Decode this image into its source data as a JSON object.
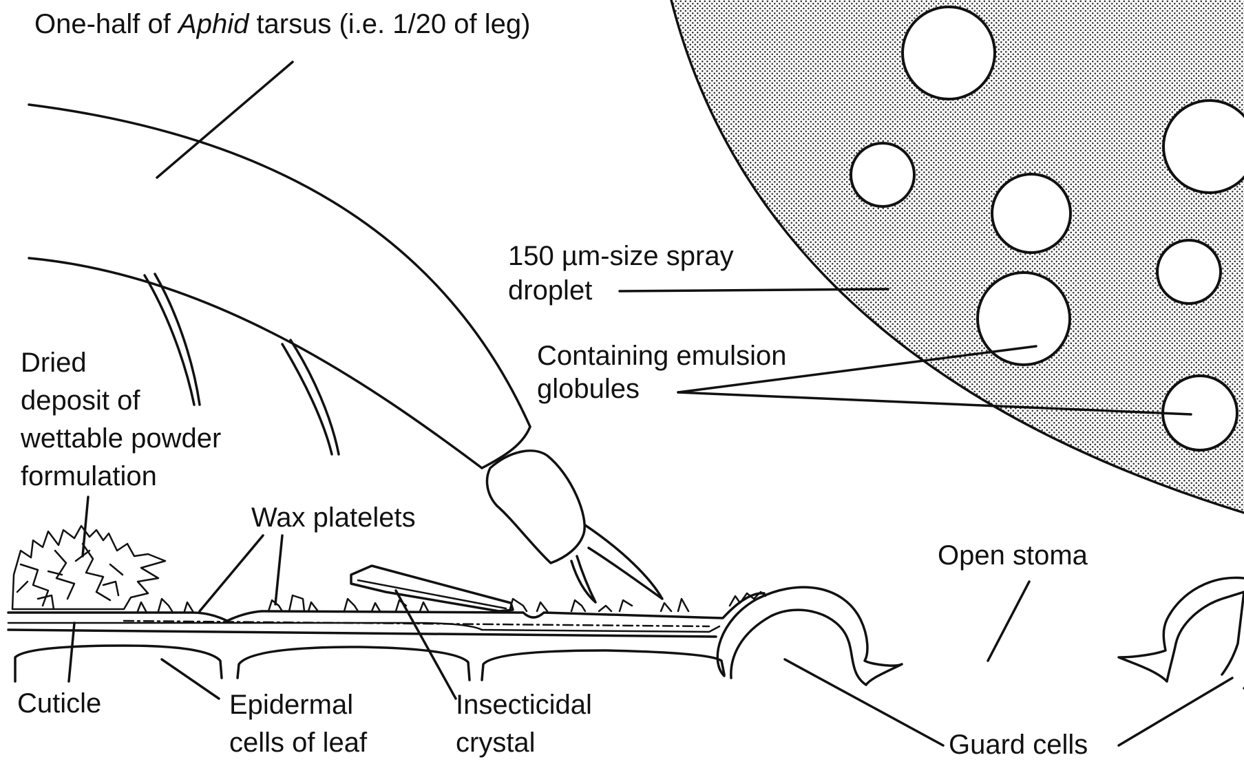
{
  "title": {
    "prefix": "One-half of ",
    "italic": "Aphid",
    "suffix": " tarsus (i.e. 1/20 of leg)"
  },
  "labels": {
    "droplet": [
      "150 µm-size spray",
      "droplet"
    ],
    "emulsion": [
      "Containing emulsion",
      "globules"
    ],
    "dried_deposit": [
      "Dried",
      "deposit of",
      "wettable powder",
      "formulation"
    ],
    "wax_platelets": "Wax platelets",
    "open_stoma": "Open stoma",
    "cuticle": "Cuticle",
    "epidermal": [
      "Epidermal",
      "cells of leaf"
    ],
    "insecticidal": [
      "Insecticidal",
      "crystal"
    ],
    "guard_cells": "Guard cells"
  }
}
